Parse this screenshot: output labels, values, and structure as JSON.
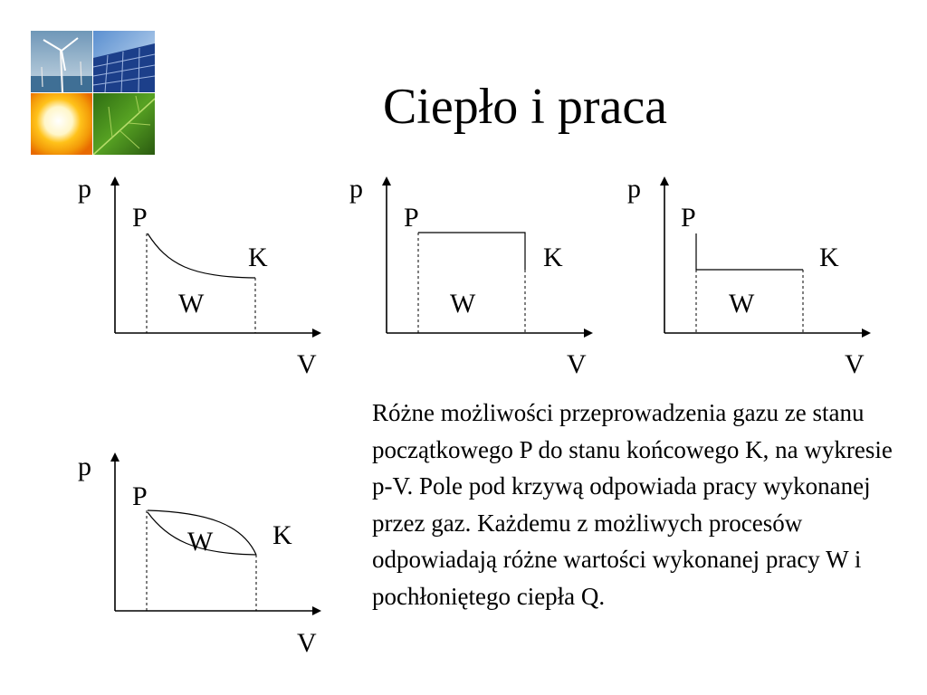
{
  "title": "Ciepło i praca",
  "diagrams": [
    {
      "p_label": "p",
      "v_label": "V",
      "start_label": "P",
      "end_label": "K",
      "work_label": "W"
    },
    {
      "p_label": "p",
      "v_label": "V",
      "start_label": "P",
      "end_label": "K",
      "work_label": "W"
    },
    {
      "p_label": "p",
      "v_label": "V",
      "start_label": "P",
      "end_label": "K",
      "work_label": "W"
    },
    {
      "p_label": "p",
      "v_label": "V",
      "start_label": "P",
      "end_label": "K",
      "work_label": "W"
    }
  ],
  "description": "Różne możliwości przeprowadzenia gazu ze stanu początkowego P do stanu końcowego K, na wykresie p-V. Pole pod krzywą odpowiada pracy wykonanej przez gaz. Każdemu z możliwych procesów odpowiadają różne wartości wykonanej pracy W i pochłoniętego ciepła Q."
}
